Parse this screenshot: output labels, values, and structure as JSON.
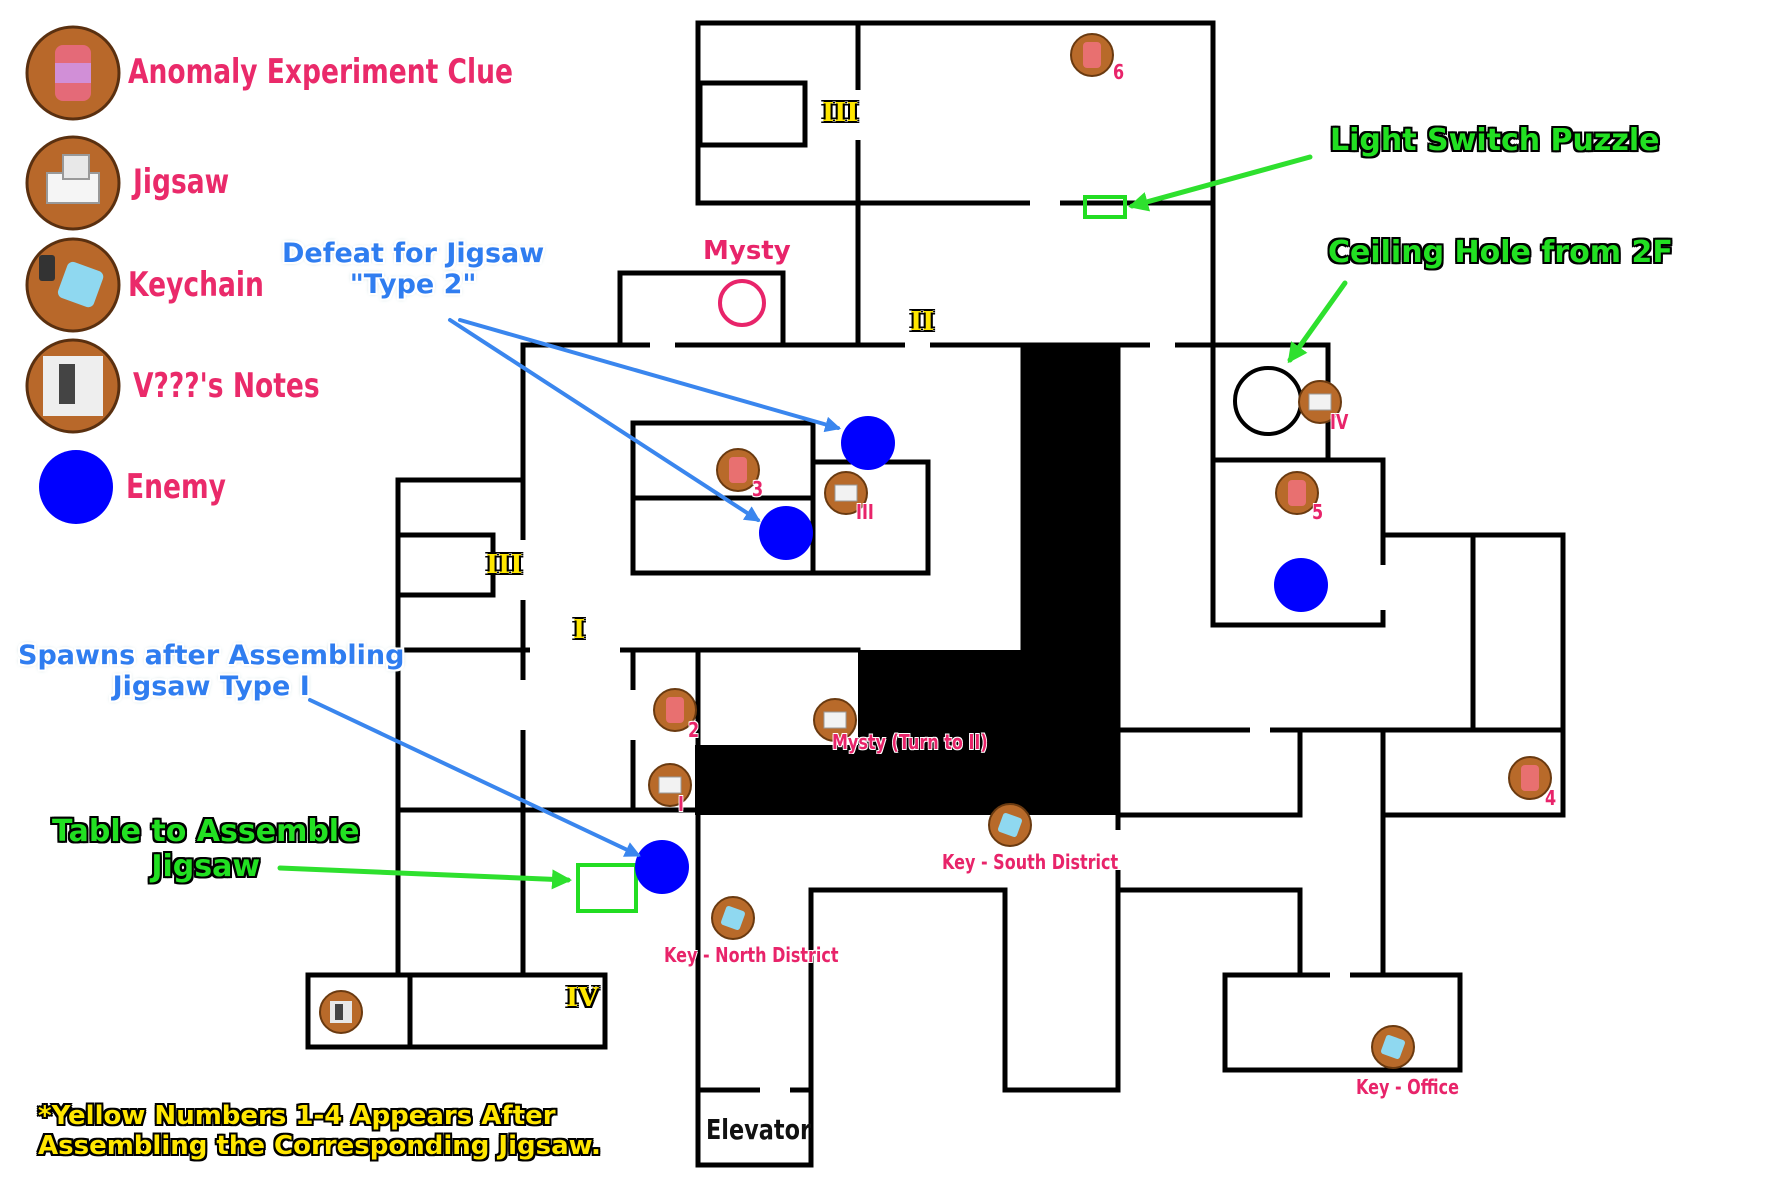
{
  "legend": {
    "items": [
      {
        "label": "Anomaly Experiment Clue",
        "icon": "anomaly-clue-icon"
      },
      {
        "label": "Jigsaw",
        "icon": "jigsaw-icon"
      },
      {
        "label": "Keychain",
        "icon": "keychain-icon"
      },
      {
        "label": "V???'s Notes",
        "icon": "notes-icon"
      },
      {
        "label": "Enemy",
        "icon": "enemy-dot-icon"
      }
    ]
  },
  "annotations": {
    "light_switch": "Light Switch Puzzle",
    "ceiling_hole": "Ceiling Hole from 2F",
    "defeat_line1": "Defeat for Jigsaw",
    "defeat_line2": "\"Type 2\"",
    "spawns_line1": "Spawns after Assembling",
    "spawns_line2": "Jigsaw Type I",
    "table_line1": "Table to Assemble",
    "table_line2": "Jigsaw",
    "footnote_line1": "*Yellow Numbers 1-4 Appears After",
    "footnote_line2": "Assembling the Corresponding Jigsaw.",
    "mysty": "Mysty"
  },
  "rooms": {
    "elevator": "Elevator"
  },
  "markers": {
    "clue_numbers": [
      "6",
      "3",
      "5",
      "2",
      "4"
    ],
    "jigsaw_numerals": [
      "IV",
      "III",
      "I"
    ],
    "mysty_turn": "Mysty (Turn to II)",
    "keys": [
      "Key - South District",
      "Key - North District",
      "Key - Office"
    ]
  },
  "yellow_numerals": [
    "III",
    "II",
    "III",
    "I",
    "IV"
  ],
  "colors": {
    "legend_text": "#ea2a6a",
    "green_label": "#22e022",
    "blue_label": "#2f7df0",
    "yellow_label": "#ffe600",
    "enemy": "#0000ff",
    "wall": "#000000"
  }
}
